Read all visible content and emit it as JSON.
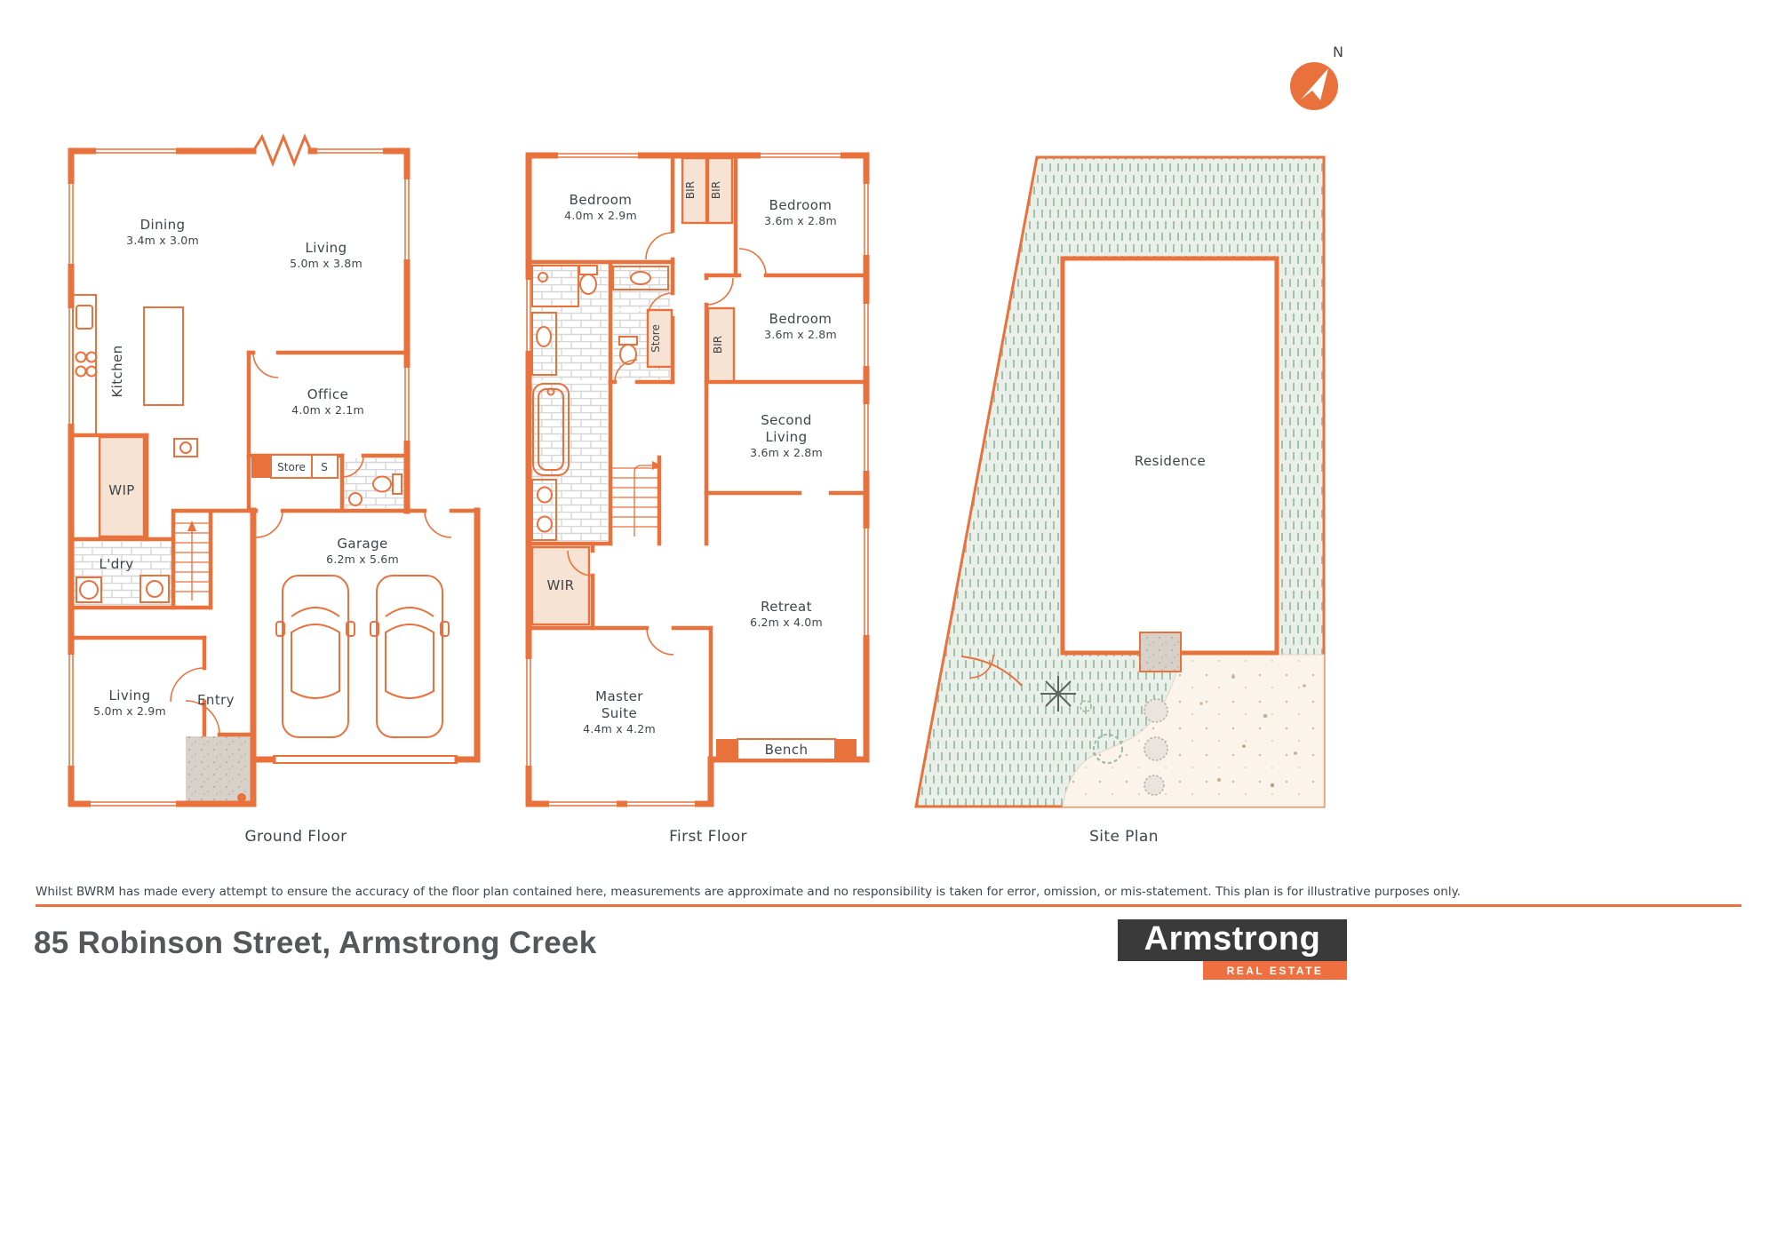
{
  "page": {
    "north_label": "N"
  },
  "colors": {
    "accent": "#E8713C",
    "text": "#3F4549",
    "logo_dark": "#3A3A3A",
    "logo_orange": "#EE7040",
    "garden_hatch": "#A6C0AE",
    "peach_fill": "#F6E3D3"
  },
  "floors": [
    {
      "name": "Ground Floor",
      "rooms": [
        {
          "label": "Dining",
          "dims": "3.4m x 3.0m"
        },
        {
          "label": "Living",
          "dims": "5.0m x 3.8m"
        },
        {
          "label": "Kitchen"
        },
        {
          "label": "Office",
          "dims": "4.0m x 2.1m"
        },
        {
          "label": "WIP"
        },
        {
          "label": "Store"
        },
        {
          "label": "S"
        },
        {
          "label": "L'dry"
        },
        {
          "label": "Living",
          "dims": "5.0m x 2.9m"
        },
        {
          "label": "Entry"
        },
        {
          "label": "Garage",
          "dims": "6.2m x 5.6m"
        }
      ]
    },
    {
      "name": "First Floor",
      "rooms": [
        {
          "label": "Bedroom",
          "dims": "4.0m x 2.9m"
        },
        {
          "label": "BIR"
        },
        {
          "label": "BIR"
        },
        {
          "label": "Bedroom",
          "dims": "3.6m x 2.8m"
        },
        {
          "label": "Bedroom",
          "dims": "3.6m x 2.8m"
        },
        {
          "label": "BIR"
        },
        {
          "label": "Store"
        },
        {
          "label": "Second Living",
          "lines": [
            "Second",
            "Living"
          ],
          "dims": "3.6m x 2.8m"
        },
        {
          "label": "Retreat",
          "dims": "6.2m x 4.0m"
        },
        {
          "label": "WIR"
        },
        {
          "label": "Master Suite",
          "lines": [
            "Master",
            "Suite"
          ],
          "dims": "4.4m x 4.2m"
        },
        {
          "label": "Bench"
        }
      ]
    },
    {
      "name": "Site Plan",
      "rooms": [
        {
          "label": "Residence"
        }
      ]
    }
  ],
  "footer": {
    "disclaimer": "Whilst BWRM  has made every attempt to ensure the accuracy of the floor plan contained here, measurements are approximate and no responsibility is taken for error, omission, or mis-statement. This plan is for illustrative purposes only.",
    "address": "85 Robinson Street, Armstrong Creek",
    "logo": {
      "name": "Armstrong",
      "tagline": "REAL ESTATE"
    }
  }
}
